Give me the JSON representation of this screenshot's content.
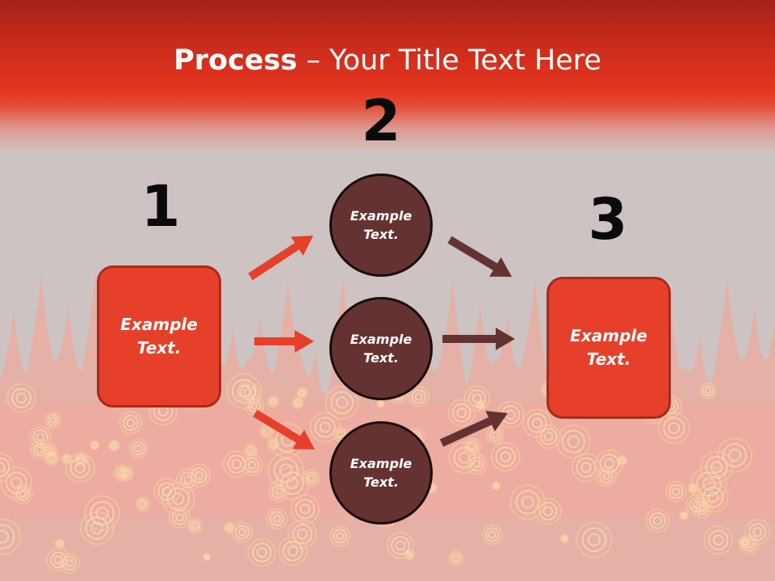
{
  "title": {
    "bold": "Process",
    "rest": " – Your Title Text Here"
  },
  "steps": [
    {
      "number": "1",
      "line1": "Example",
      "line2": "Text."
    },
    {
      "number": "2",
      "line1": "Example",
      "line2": "Text."
    },
    {
      "number": "3",
      "line1": "Example",
      "line2": "Text."
    }
  ],
  "circles": [
    {
      "line1": "Example",
      "line2": "Text."
    },
    {
      "line1": "Example",
      "line2": "Text."
    },
    {
      "line1": "Example",
      "line2": "Text."
    }
  ],
  "colors": {
    "header_red": "#e3351f",
    "box_fill": "#e6402b",
    "circle_fill": "#653232",
    "arrow_red": "#e6402b",
    "arrow_brown": "#653232",
    "background": "#cdc3c3"
  }
}
